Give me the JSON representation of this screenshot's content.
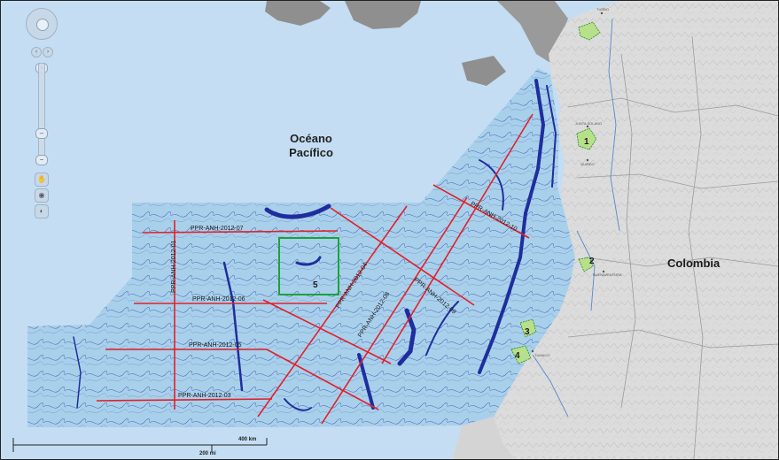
{
  "map": {
    "ocean_label_line1": "Océano",
    "ocean_label_line2": "Pacífico",
    "country_label": "Colombia",
    "markers": [
      "1",
      "2",
      "3",
      "4",
      "5"
    ],
    "survey_lines": [
      "PPR-ANH-2012-07",
      "PPR-ANH-2012-06",
      "PPR-ANH-2012-05",
      "PPR-ANH-2012-03",
      "PPR-ANH-2012-04",
      "PPR-ANH-2012-08",
      "PPR-ANH-2012-09",
      "PPR-ANH-2012-10",
      "PPR-ANH-2012-01"
    ],
    "cities": [
      "TURBO",
      "JUNTA SOLANO",
      "QUIBDO",
      "BUENAVENTURA",
      "TUMACO"
    ],
    "scale_km": "400 km",
    "scale_mi": "200 mi"
  },
  "colors": {
    "ocean": "#c4ddf2",
    "survey_area": "#a9d0ea",
    "bathymetry": "#1f2e9e",
    "survey_line": "#e2202a",
    "land": "#dcdcdc",
    "neighbor_land": "#8f8f8f",
    "highlight_box": "#1aa33a"
  },
  "icons": {
    "pan": "pan-control-icon",
    "zoom_in": "zoom-in-icon",
    "zoom_out": "zoom-out-icon",
    "hand": "hand-tool-icon",
    "globe": "globe-icon",
    "measure": "measure-icon"
  }
}
